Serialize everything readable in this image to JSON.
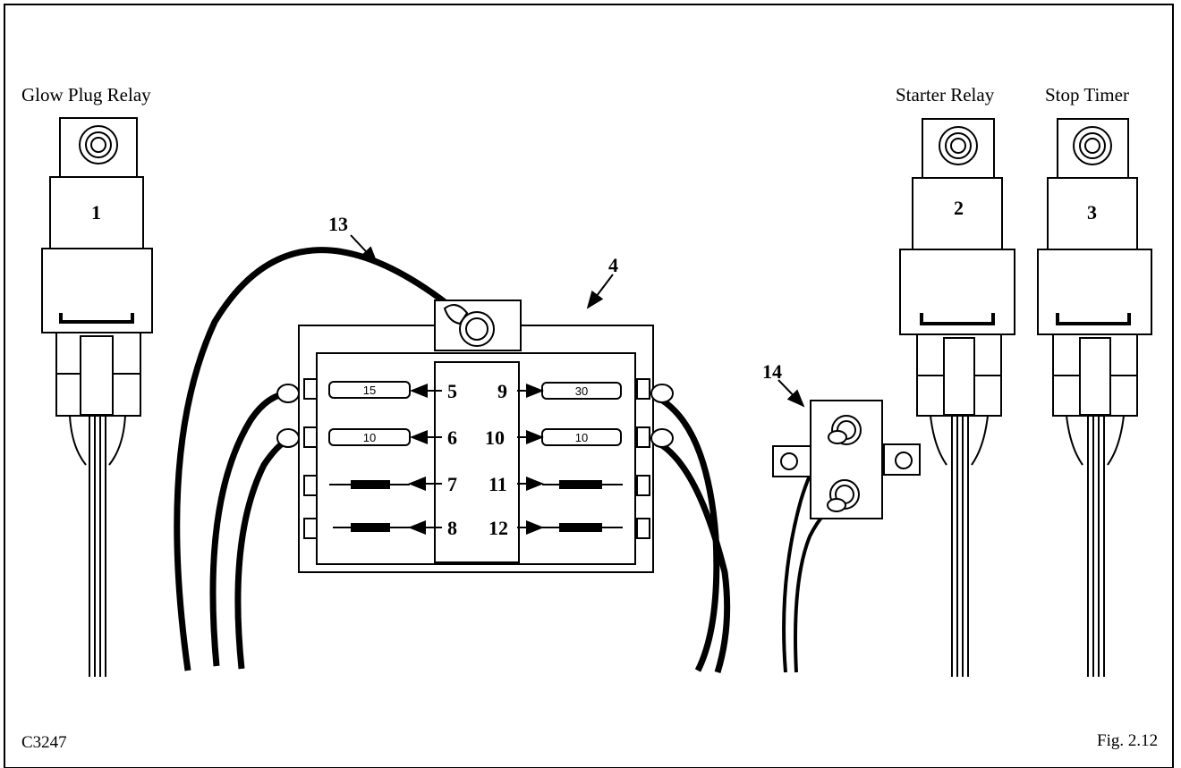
{
  "labels": {
    "glow_plug_relay": "Glow Plug Relay",
    "starter_relay": "Starter Relay",
    "stop_timer": "Stop Timer",
    "code": "C3247",
    "figure": "Fig. 2.12"
  },
  "callouts": {
    "n1": "1",
    "n2": "2",
    "n3": "3",
    "n4": "4",
    "n5": "5",
    "n6": "6",
    "n7": "7",
    "n8": "8",
    "n9": "9",
    "n10": "10",
    "n11": "11",
    "n12": "12",
    "n13": "13",
    "n14": "14"
  },
  "fuses": {
    "f5": "15",
    "f6": "10",
    "f9": "30",
    "f10": "10"
  }
}
